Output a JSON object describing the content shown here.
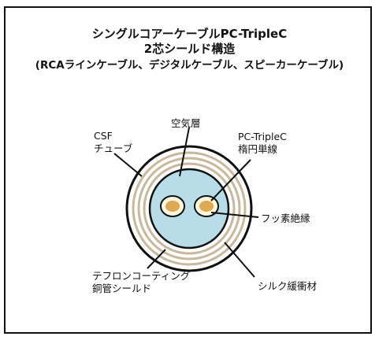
{
  "title": {
    "line1": "シングルコアーケーブルPC-TripleC",
    "line2": "2芯シールド構造",
    "line3": "(RCAラインケーブル、デジタルケーブル、スピーカーケーブル)"
  },
  "labels": {
    "csf_line1": "CSF",
    "csf_line2": "チューブ",
    "air": "空気層",
    "conductor_line1": "PC-TripleC",
    "conductor_line2": "楕円単線",
    "insulation": "フッ素絶縁",
    "shield_line1": "テフロンコーティング",
    "shield_line2": "銅管シールド",
    "silk": "シルク緩衝材"
  },
  "colors": {
    "air_fill": "#b8dde8",
    "conductor": "#e0a850",
    "insulation": "#fff8e0",
    "shield_ring": "#c8b89c",
    "outline": "#111111"
  }
}
